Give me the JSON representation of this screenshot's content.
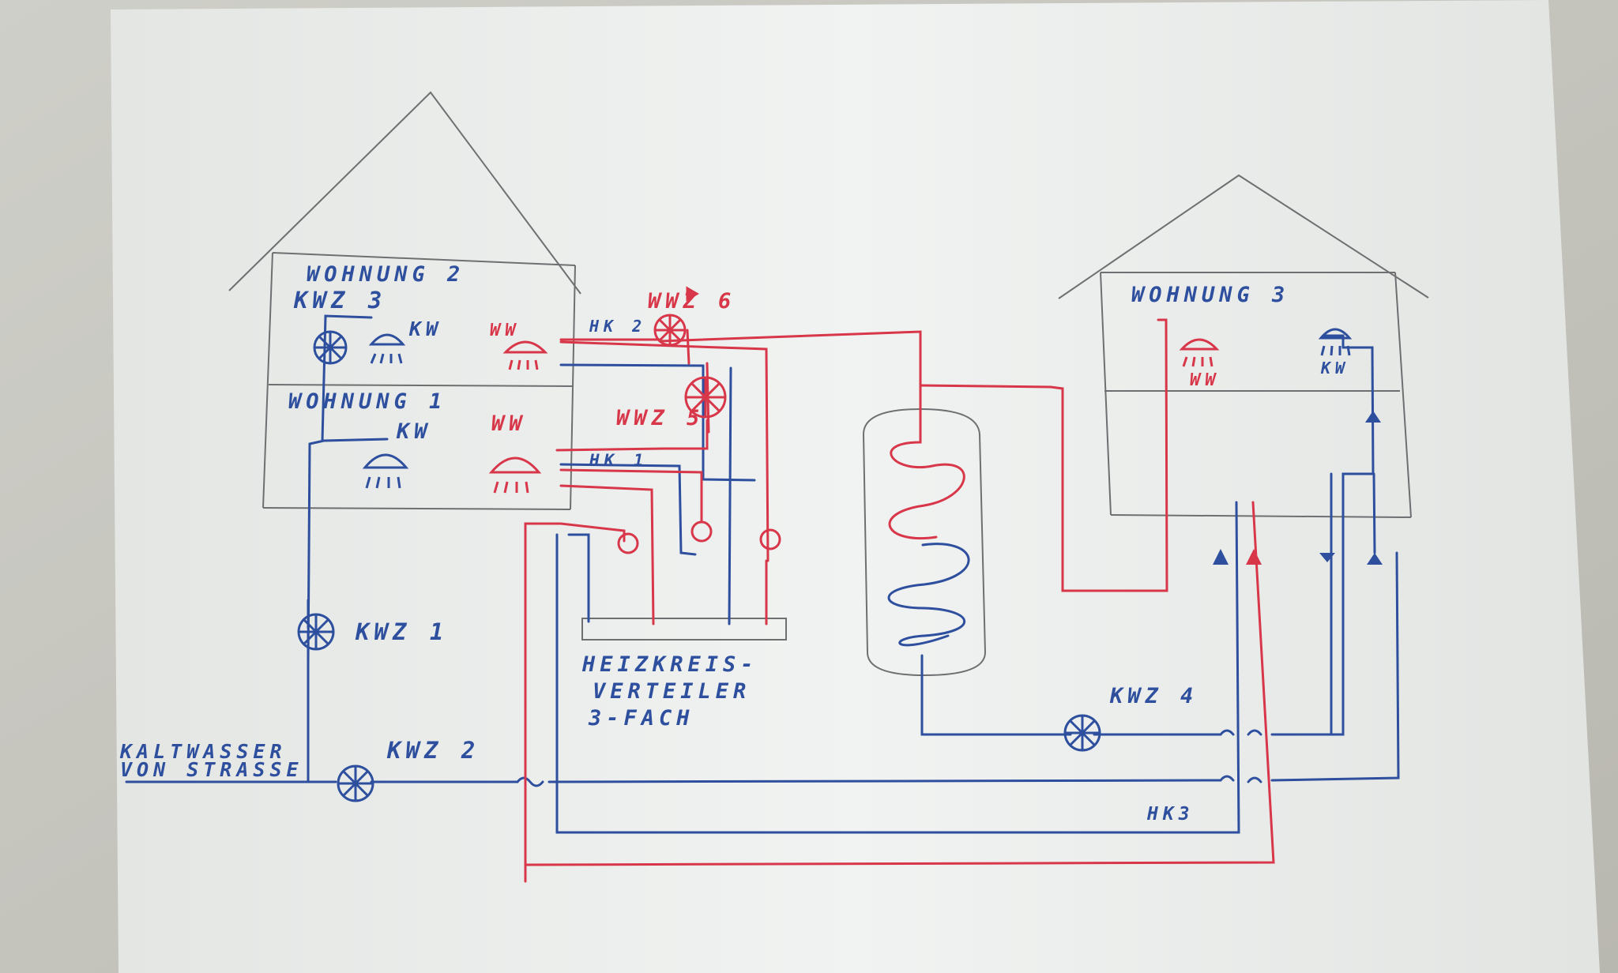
{
  "colors": {
    "paper": "#eef0ee",
    "pencil": "#6f6f72",
    "cold_blue": "#2d4f9e",
    "hot_red": "#d8374a"
  },
  "labels": {
    "wohnung2": "WOHNUNG 2",
    "wohnung1": "WOHNUNG 1",
    "wohnung3": "WOHNUNG 3",
    "kwz1": "KWZ 1",
    "kwz2": "KWZ 2",
    "kwz3": "KWZ 3",
    "kwz4": "KWZ 4",
    "wwz5": "WWZ 5",
    "wwz6": "WWZ 6",
    "hk1": "HK 1",
    "hk2": "HK 2",
    "hk3": "HK3",
    "kw": "KW",
    "ww": "WW",
    "kaltwasser_line1": "KALTWASSER",
    "kaltwasser_line2": "VON STRASSE",
    "verteiler_line1": "HEIZKREIS-",
    "verteiler_line2": "VERTEILER",
    "verteiler_line3": "3-FACH"
  }
}
